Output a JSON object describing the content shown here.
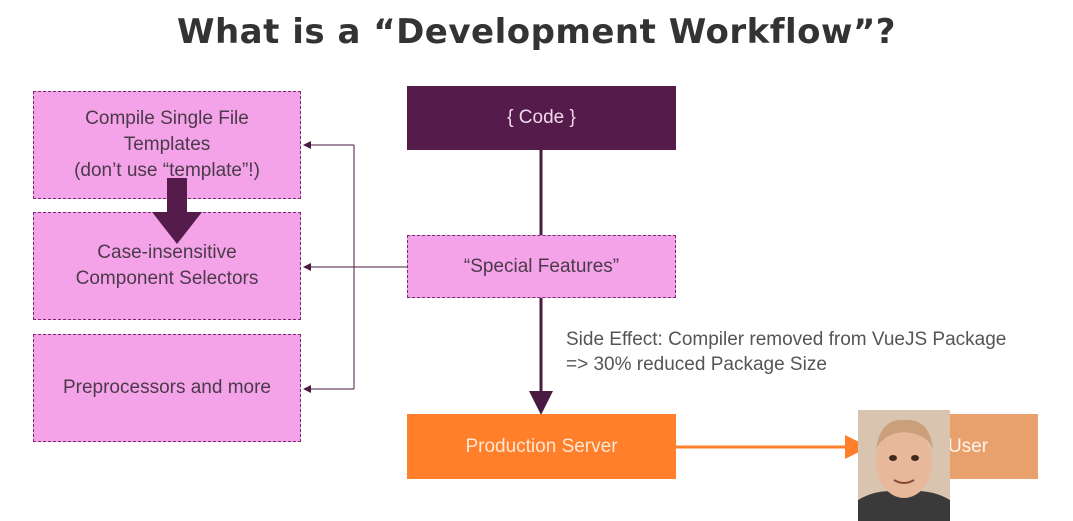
{
  "title": "What is a “Development Workflow”?",
  "left_boxes": [
    {
      "lines": [
        "Compile Single File",
        "Templates",
        "(don’t use “template”!)"
      ]
    },
    {
      "lines": [
        "Case-insensitive",
        "Component Selectors"
      ]
    },
    {
      "lines": [
        "Preprocessors and more"
      ]
    }
  ],
  "center": {
    "code": "{ Code }",
    "special_features": "“Special Features”",
    "production_server": "Production Server"
  },
  "side_effect": {
    "line1": "Side Effect: Compiler removed from VueJS Package",
    "line2": "=> 30% reduced Package Size"
  },
  "user_box": "User",
  "colors": {
    "pink": "#f5a3e8",
    "plum": "#551c4b",
    "orange": "#ff7f2a",
    "user_orange": "#e8a06c"
  }
}
